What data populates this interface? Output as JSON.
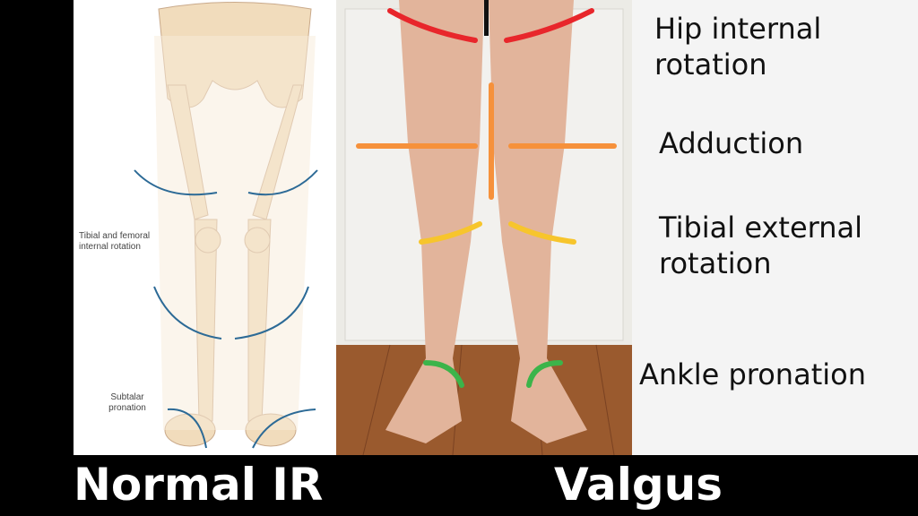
{
  "illustration": {
    "label_tibial": "Tibial and femoral internal rotation",
    "label_subtalar": "Subtalar pronation"
  },
  "photo_terms": [
    {
      "text": "Hip internal rotation",
      "arrow_color": "#e8262b"
    },
    {
      "text": "Adduction",
      "arrow_color": "#f6913b"
    },
    {
      "text": "Tibial external rotation",
      "arrow_color": "#f7c52c"
    },
    {
      "text": "Ankle pronation",
      "arrow_color": "#3cb44a"
    }
  ],
  "captions": {
    "left": "Normal IR",
    "right": "Valgus"
  }
}
